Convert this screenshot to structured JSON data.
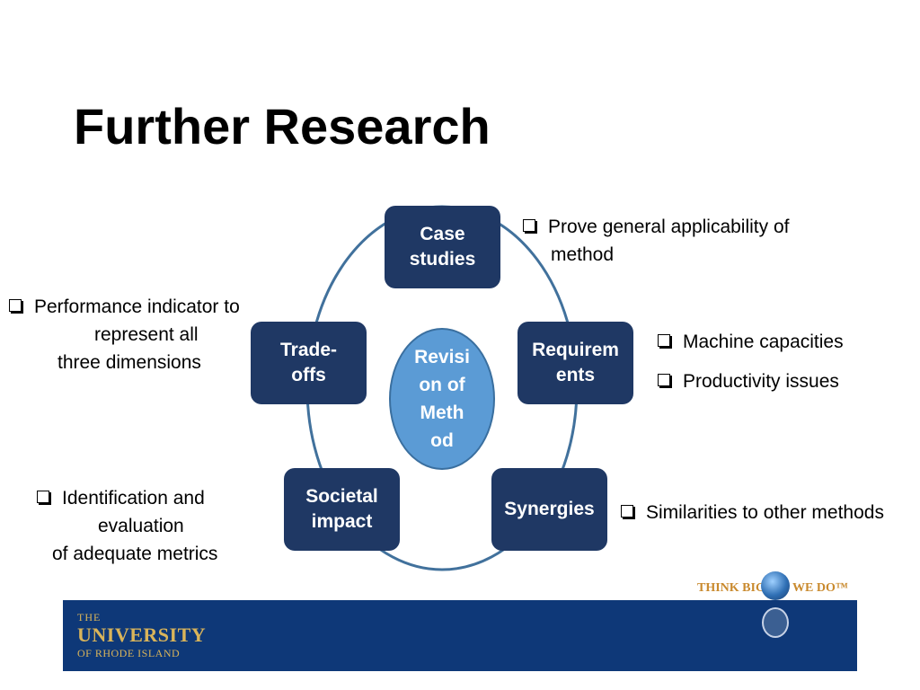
{
  "slide": {
    "title": "Further Research"
  },
  "diagram": {
    "center": "Revisi\non of\nMeth\nod",
    "nodes": {
      "case_studies": "Case\nstudies",
      "requirements": "Requirem\nents",
      "synergies": "Synergies",
      "societal_impact": "Societal\nimpact",
      "trade_offs": "Trade-\noffs"
    },
    "colors": {
      "node_fill": "#1f3864",
      "center_fill": "#5b9bd5",
      "ring": "#41719c"
    }
  },
  "notes": {
    "case_studies": [
      "Prove general applicability of",
      "method"
    ],
    "requirements": [
      "Machine capacities",
      "Productivity issues"
    ],
    "synergies": [
      "Similarities to other methods"
    ],
    "trade_offs": [
      "Performance indicator to",
      "represent all",
      "three dimensions"
    ],
    "societal_impact": [
      "Identification and",
      "evaluation",
      "of adequate metrics"
    ]
  },
  "footer": {
    "logo_line1": "THE",
    "logo_line2": "UNIVERSITY",
    "logo_line3": "OF RHODE ISLAND",
    "slogan_left": "THINK BIG",
    "slogan_right": "WE DO™",
    "colors": {
      "band": "#0e3878",
      "logo": "#d9b45a",
      "slogan": "#c98a2e"
    }
  }
}
